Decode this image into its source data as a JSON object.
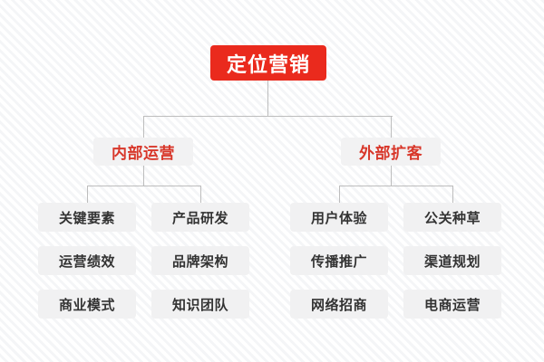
{
  "diagram": {
    "type": "organization-tree",
    "title": "定位营销",
    "colors": {
      "root_background": "#ea2a1d",
      "root_text": "#ffffff",
      "level2_background": "#f2f2f3",
      "level2_text": "#d8372a",
      "level3_background": "#f1f1f2",
      "level3_text": "#333333",
      "connector": "#bdbdbd",
      "page_background": "#ffffff",
      "stripe": "#f4f5f7"
    },
    "root": {
      "label": "定位营销"
    },
    "branches": [
      {
        "label": "内部运营",
        "columns": [
          {
            "items": [
              {
                "label": "关键要素"
              },
              {
                "label": "运营绩效"
              },
              {
                "label": "商业模式"
              }
            ]
          },
          {
            "items": [
              {
                "label": "产品研发"
              },
              {
                "label": "品牌架构"
              },
              {
                "label": "知识团队"
              }
            ]
          }
        ]
      },
      {
        "label": "外部扩客",
        "columns": [
          {
            "items": [
              {
                "label": "用户体验"
              },
              {
                "label": "传播推广"
              },
              {
                "label": "网络招商"
              }
            ]
          },
          {
            "items": [
              {
                "label": "公关种草"
              },
              {
                "label": "渠道规划"
              },
              {
                "label": "电商运营"
              }
            ]
          }
        ]
      }
    ]
  }
}
